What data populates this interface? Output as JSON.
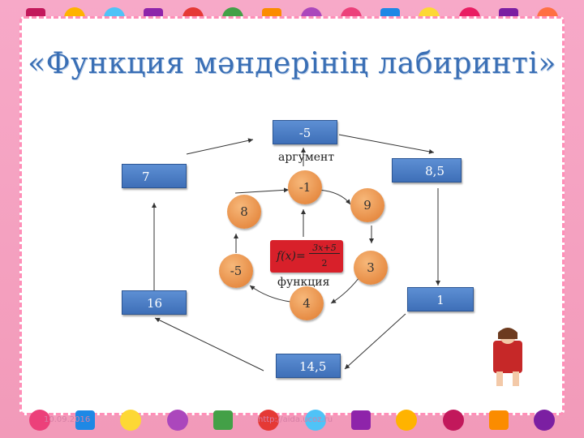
{
  "title": "«Функция мәндерінің лабиринті»",
  "boxes": {
    "top": "-5",
    "left": "7",
    "right": "8,5",
    "left_lower": "16",
    "right_lower": "1",
    "bottom": "14,5"
  },
  "circles": {
    "c_top": "-1",
    "c_right_up": "9",
    "c_left_up": "8",
    "c_left_down": "-5",
    "c_right_down": "3",
    "c_bottom": "4"
  },
  "labels": {
    "argument": "аргумент",
    "function": "функция"
  },
  "formula": {
    "lhs": "f(x)=",
    "numerator": "3x+5",
    "denominator": "2"
  },
  "footer": {
    "date": "10.09.2016",
    "site": "http://aida.ucoz.ru"
  }
}
